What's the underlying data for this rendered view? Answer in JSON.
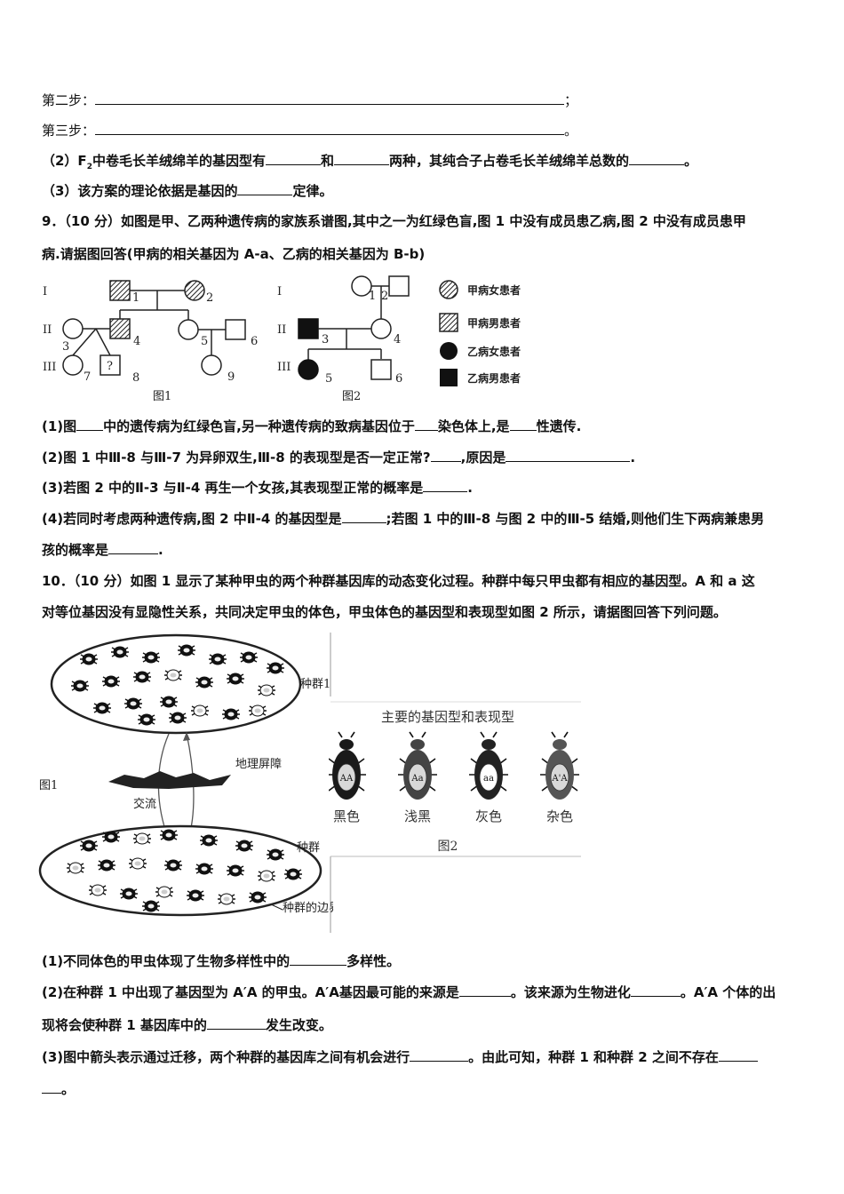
{
  "steps": {
    "step2_label": "第二步：",
    "step2_end": "；",
    "step3_label": "第三步：",
    "step3_end": "。"
  },
  "q8": {
    "p2_a": "（2）F",
    "p2_sub": "2",
    "p2_b": "中卷毛长羊绒绵羊的基因型有",
    "p2_c": "和",
    "p2_d": "两种，其纯合子占卷毛长羊绒绵羊总数的",
    "p2_e": "。",
    "p3_a": "（3）该方案的理论依据是基因的",
    "p3_b": "定律。"
  },
  "q9": {
    "head": "9．（10 分）如图是甲、乙两种遗传病的家族系谱图,其中之一为红绿色盲,图 1 中没有成员患乙病,图 2 中没有成员患甲",
    "head2": "病.请据图回答(甲病的相关基因为 A-a、乙病的相关基因为 B-b)",
    "fig1_caption": "图1",
    "fig2_caption": "图2",
    "gen_labels": [
      "I",
      "II",
      "III"
    ],
    "fig1_numbers": [
      "1",
      "2",
      "3",
      "4",
      "5",
      "6",
      "7",
      "8",
      "9"
    ],
    "fig1_unknown": "?",
    "fig2_numbers": [
      "1",
      "2",
      "3",
      "4",
      "5",
      "6"
    ],
    "legend": [
      "甲病女患者",
      "甲病男患者",
      "乙病女患者",
      "乙病男患者"
    ],
    "s1_a": "(1)图",
    "s1_b": "中的遗传病为红绿色盲,另一种遗传病的致病基因位于",
    "s1_c": "染色体上,是",
    "s1_d": "性遗传.",
    "s2_a": "(2)图 1 中Ⅲ-8 与Ⅲ-7 为异卵双生,Ⅲ-8 的表现型是否一定正常?",
    "s2_b": ",原因是",
    "s2_c": ".",
    "s3_a": "(3)若图 2 中的Ⅱ-3 与Ⅱ-4 再生一个女孩,其表现型正常的概率是",
    "s3_b": ".",
    "s4_a": "(4)若同时考虑两种遗传病,图 2 中Ⅱ-4 的基因型是",
    "s4_b": ";若图 1 中的Ⅲ-8 与图 2 中的Ⅲ-5 结婚,则他们生下两病兼患男",
    "s4_c": "孩的概率是",
    "s4_d": "."
  },
  "q10": {
    "head": "10．（10 分）如图 1 显示了某种甲虫的两个种群基因库的动态变化过程。种群中每只甲虫都有相应的基因型。A 和 a 这",
    "head2": "对等位基因没有显隐性关系，共同决定甲虫的体色，甲虫体色的基因型和表现型如图 2 所示，请据图回答下列问题。",
    "fig1_label": "图1",
    "pop1_label": "种群1",
    "pop2_label": "种群",
    "barrier_label": "地理屏障",
    "flow_label": "交流",
    "boundary_label": "种群的边界",
    "fig2_title": "主要的基因型和表现型",
    "fig2_caption": "图2",
    "beetles": [
      {
        "genotype": "AA",
        "phenotype": "黑色",
        "color": "#1a1a1a"
      },
      {
        "genotype": "Aa",
        "phenotype": "浅黑",
        "color": "#444444"
      },
      {
        "genotype": "aa",
        "phenotype": "灰色",
        "color": "#222222"
      },
      {
        "genotype": "A'A",
        "phenotype": "杂色",
        "color": "#555555"
      }
    ],
    "s1_a": "(1)不同体色的甲虫体现了生物多样性中的",
    "s1_b": "多样性。",
    "s2_a": "(2)在种群 1 中出现了基因型为 A′A 的甲虫。A′A基因最可能的来源是",
    "s2_b": "。该来源为生物进化",
    "s2_c": "。A′A 个体的出",
    "s2_d": "现将会使种群 1 基因库中的",
    "s2_e": "发生改变。",
    "s3_a": "(3)图中箭头表示通过迁移，两个种群的基因库之间有机会进行",
    "s3_b": "。由此可知，种群 1 和种群 2 之间不存在",
    "s3_c": "。"
  }
}
